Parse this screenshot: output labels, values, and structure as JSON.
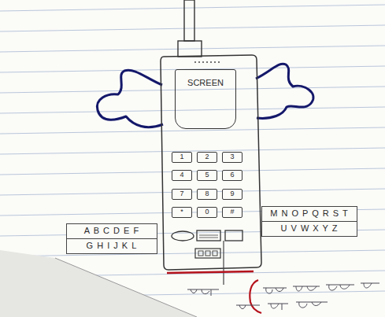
{
  "diagram": {
    "nodes": [
      {
        "text": [
          "SCREEN"
        ]
      },
      {
        "text": [
          "1"
        ]
      },
      {
        "text": [
          "2"
        ]
      },
      {
        "text": [
          "3"
        ]
      },
      {
        "text": [
          "4"
        ]
      },
      {
        "text": [
          "5"
        ]
      },
      {
        "text": [
          "6"
        ]
      },
      {
        "text": [
          "7"
        ]
      },
      {
        "text": [
          "8"
        ]
      },
      {
        "text": [
          "9"
        ]
      },
      {
        "text": [
          "*"
        ]
      },
      {
        "text": [
          "0"
        ]
      },
      {
        "text": [
          "#"
        ]
      },
      {
        "text": [
          "A B C D E F"
        ]
      },
      {
        "text": [
          "G H I J K L"
        ]
      },
      {
        "text": [
          "M N O P Q R S T"
        ]
      },
      {
        "text": [
          "U V W X Y Z"
        ]
      }
    ]
  }
}
